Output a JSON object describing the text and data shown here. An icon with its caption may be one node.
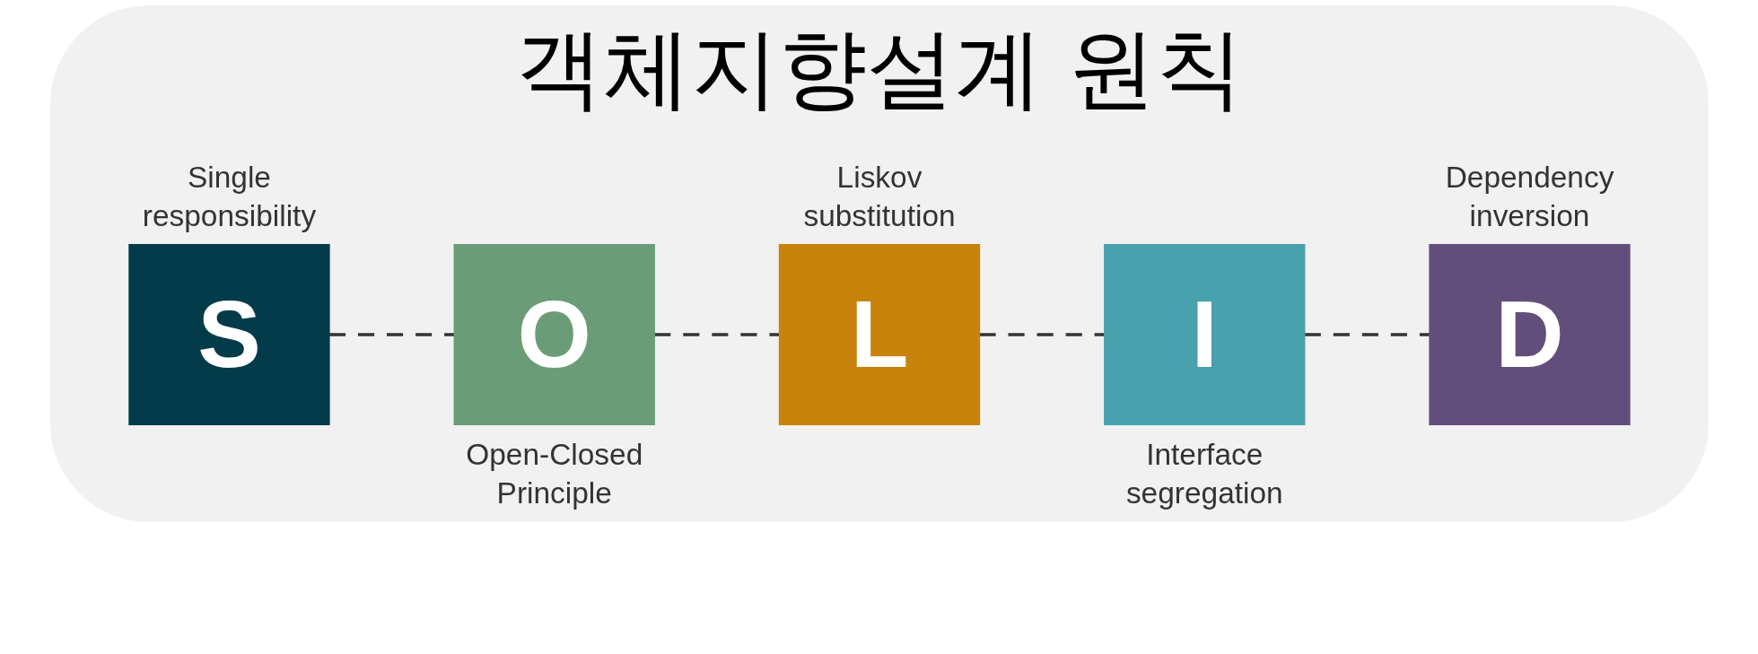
{
  "diagram": {
    "title": "객체지향설계 원칙",
    "nodes": [
      {
        "text": [
          "S"
        ],
        "beside": [
          "Single responsibility"
        ]
      },
      {
        "text": [
          "O"
        ],
        "beside": [
          "Open-Closed Principle"
        ]
      },
      {
        "text": [
          "L"
        ],
        "beside": [
          "Liskov substitution"
        ]
      },
      {
        "text": [
          "I"
        ],
        "beside": [
          "Interface segregation"
        ]
      },
      {
        "text": [
          "D"
        ],
        "beside": [
          "Dependency inversion"
        ]
      }
    ],
    "edges": [
      {
        "from": 0,
        "to": 1,
        "arrow": "none",
        "style": "dashed"
      },
      {
        "from": 1,
        "to": 2,
        "arrow": "none",
        "style": "dashed"
      },
      {
        "from": 2,
        "to": 3,
        "arrow": "none",
        "style": "dashed"
      },
      {
        "from": 3,
        "to": 4,
        "arrow": "none",
        "style": "dashed"
      }
    ]
  }
}
